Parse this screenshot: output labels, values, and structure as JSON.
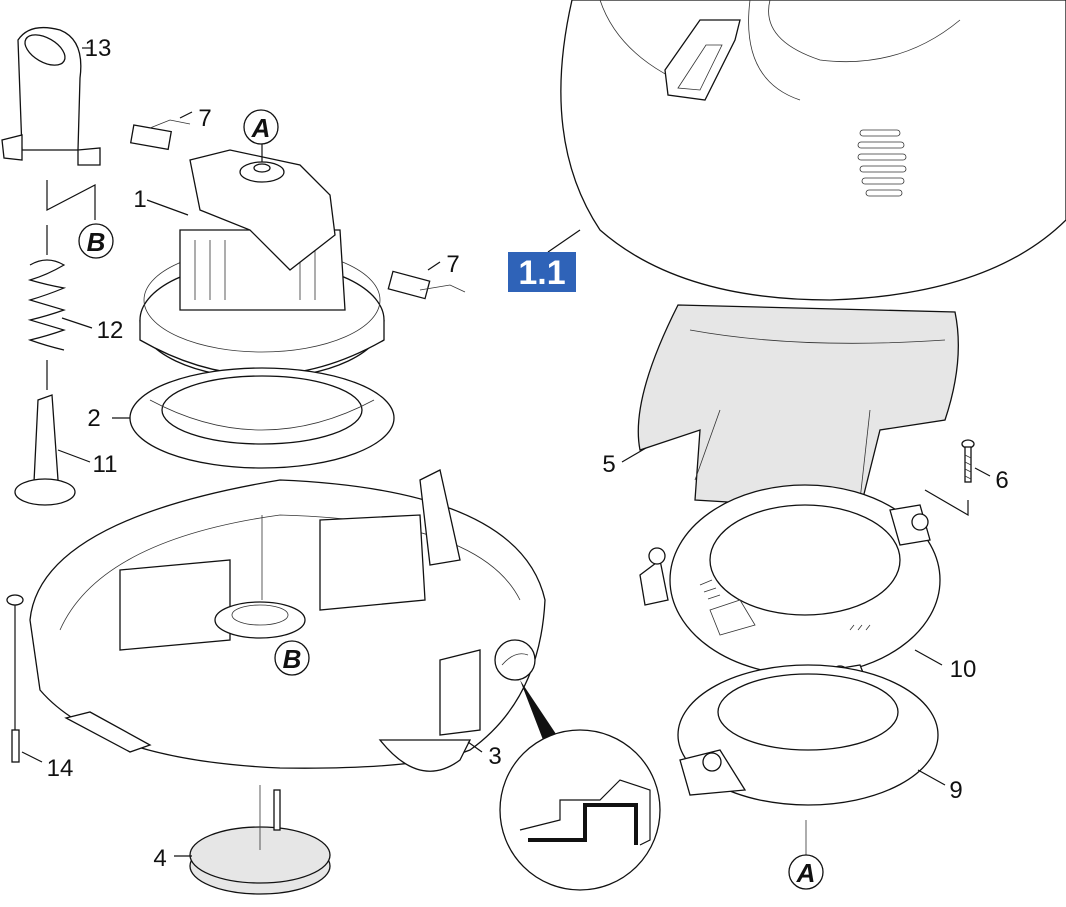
{
  "diagram": {
    "section_badge": {
      "label": "1.1",
      "color": "#2f63b8"
    },
    "reference_markers": [
      {
        "id": "A-top",
        "letter": "A"
      },
      {
        "id": "B-upper",
        "letter": "B"
      },
      {
        "id": "B-base",
        "letter": "B"
      },
      {
        "id": "A-bottom",
        "letter": "A"
      }
    ],
    "part_numbers": [
      {
        "id": "p1",
        "label": "1"
      },
      {
        "id": "p2",
        "label": "2"
      },
      {
        "id": "p3",
        "label": "3"
      },
      {
        "id": "p4",
        "label": "4"
      },
      {
        "id": "p5",
        "label": "5"
      },
      {
        "id": "p6",
        "label": "6"
      },
      {
        "id": "p7a",
        "label": "7"
      },
      {
        "id": "p7b",
        "label": "7"
      },
      {
        "id": "p9",
        "label": "9"
      },
      {
        "id": "p10",
        "label": "10"
      },
      {
        "id": "p11",
        "label": "11"
      },
      {
        "id": "p12",
        "label": "12"
      },
      {
        "id": "p13",
        "label": "13"
      },
      {
        "id": "p14",
        "label": "14"
      }
    ]
  }
}
